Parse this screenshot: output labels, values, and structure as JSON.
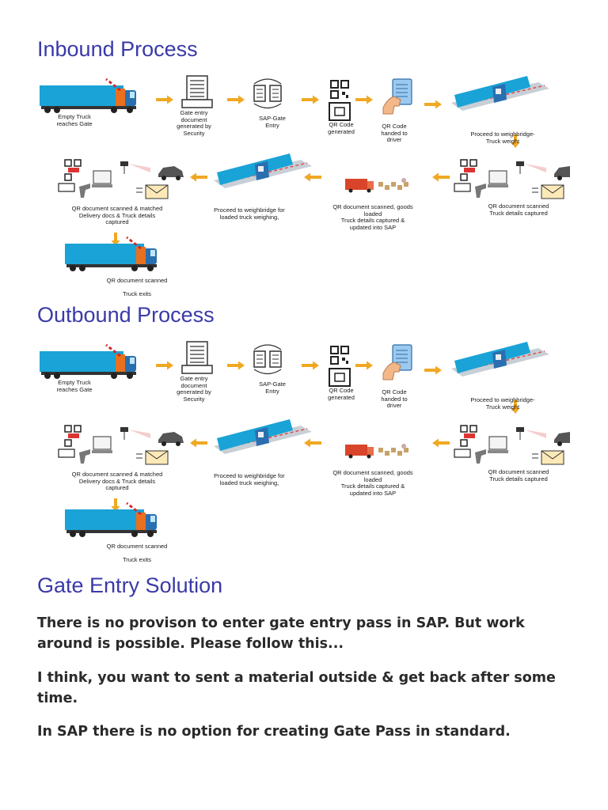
{
  "sections": [
    {
      "title": "Inbound Process",
      "captions": {
        "empty_truck": "Empty Truck\nreaches Gate",
        "gate_doc": "Gate entry\ndocument\ngenerated by\nSecurity",
        "sap_gate": "SAP-Gate\nEntry",
        "qr_generated": "QR Code\ngenerated",
        "qr_handed": "QR Code\nhanded to\ndriver",
        "weighbridge_empty": "Proceed to weighbridge-\nTruck weight",
        "scan_right": "QR document scanned\nTruck details captured",
        "goods_loaded": "QR document scanned, goods\nloaded\nTruck details captured &\nupdated into SAP",
        "weighbridge_loaded": "Proceed to weighbridge for\nloaded truck weighing,",
        "scan_left": "QR document scanned & matched\nDelivery docs & Truck details\ncaptured",
        "exit": "QR document scanned\n\nTruck exits"
      }
    },
    {
      "title": "Outbound Process",
      "captions": {
        "empty_truck": "Empty Truck\nreaches Gate",
        "gate_doc": "Gate entry\ndocument\ngenerated by\nSecurity",
        "sap_gate": "SAP-Gate\nEntry",
        "qr_generated": "QR Code\ngenerated",
        "qr_handed": "QR Code\nhanded to\ndriver",
        "weighbridge_empty": "Proceed to weighbridge-\nTruck weight",
        "scan_right": "QR document scanned\nTruck details captured",
        "goods_loaded": "QR document scanned, goods\nloaded\nTruck details captured &\nupdated into SAP",
        "weighbridge_loaded": "Proceed to weighbridge for\nloaded truck weighing,",
        "scan_left": "QR document scanned & matched\nDelivery docs & Truck details\ncaptured",
        "exit": "QR document scanned\n\nTruck exits"
      }
    }
  ],
  "solution": {
    "title": "Gate Entry Solution",
    "paragraphs": [
      "There is no provison to enter gate entry pass in SAP. But work around is possible. Please follow this...",
      "I think, you want to sent a material outside & get back after some time.",
      "In SAP there is no option for creating Gate Pass in standard."
    ]
  },
  "colors": {
    "heading": "#3a3aa8",
    "arrow": "#f0a823",
    "truck_body": "#1aa3d6",
    "cab": "#2a6fb0",
    "barrier": "#e8701e",
    "weighbridge": "#c8cfd6"
  },
  "icons": [
    "truck-icon",
    "barrier-icon",
    "document-icon",
    "sap-entry-icon",
    "qr-code-icon",
    "hand-phone-icon",
    "weighbridge-icon",
    "scanner-icon",
    "camera-icon",
    "email-icon",
    "car-icon",
    "goods-truck-icon"
  ]
}
